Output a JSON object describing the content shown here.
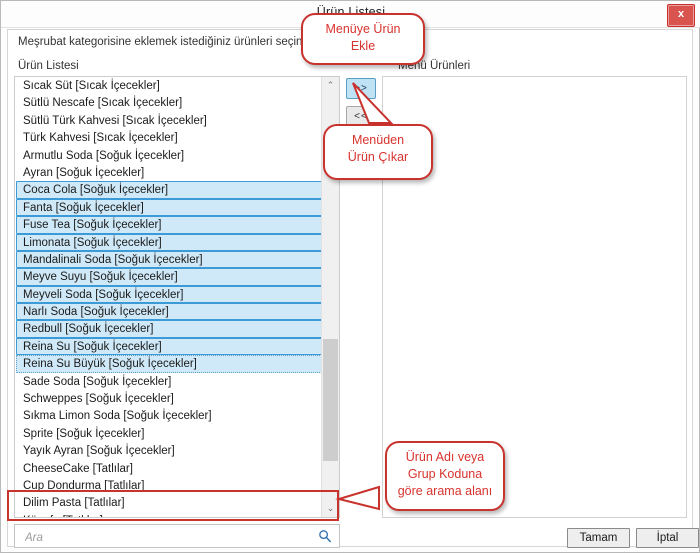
{
  "window": {
    "title": "Ürün Listesi",
    "close_label": "x"
  },
  "panel": {
    "hint": "Meşrubat kategorisine eklemek istediğiniz ürünleri seçiniz",
    "list_label": "Ürün Listesi",
    "right_label": "Menü Ürünleri"
  },
  "transfer": {
    "add_label": ">>",
    "remove_label": "<<"
  },
  "search": {
    "value": "",
    "placeholder": "Ara",
    "icon": "search-icon"
  },
  "footer": {
    "ok_label": "Tamam",
    "cancel_label": "İptal"
  },
  "scrollbar": {
    "up_glyph": "⌃",
    "down_glyph": "⌄"
  },
  "annotations": [
    {
      "id": "add-callout",
      "line1": "Menüye Ürün",
      "line2": "Ekle",
      "line3": ""
    },
    {
      "id": "remove-callout",
      "line1": "Menüden",
      "line2": "Ürün Çıkar",
      "line3": ""
    },
    {
      "id": "search-callout",
      "line1": "Ürün Adı veya",
      "line2": "Grup Koduna",
      "line3": "göre arama alanı"
    }
  ],
  "colors": {
    "accent_red": "#c8332e",
    "selection_fill": "#cfe9f8",
    "selection_border": "#3c9bd6",
    "close_button": "#d9534f",
    "add_button": "#bfe2f5"
  },
  "product_list": [
    {
      "label": "Sıcak Süt [Sıcak İçecekler]",
      "selected": false
    },
    {
      "label": "Sütlü Nescafe [Sıcak İçecekler]",
      "selected": false
    },
    {
      "label": "Sütlü Türk Kahvesi [Sıcak İçecekler]",
      "selected": false
    },
    {
      "label": "Türk Kahvesi [Sıcak İçecekler]",
      "selected": false
    },
    {
      "label": "Armutlu Soda [Soğuk İçecekler]",
      "selected": false
    },
    {
      "label": "Ayran [Soğuk İçecekler]",
      "selected": false
    },
    {
      "label": "Coca Cola [Soğuk İçecekler]",
      "selected": true
    },
    {
      "label": "Fanta [Soğuk İçecekler]",
      "selected": true
    },
    {
      "label": "Fuse Tea [Soğuk İçecekler]",
      "selected": true
    },
    {
      "label": "Limonata [Soğuk İçecekler]",
      "selected": true
    },
    {
      "label": "Mandalinali Soda [Soğuk İçecekler]",
      "selected": true
    },
    {
      "label": "Meyve Suyu [Soğuk İçecekler]",
      "selected": true
    },
    {
      "label": "Meyveli Soda [Soğuk İçecekler]",
      "selected": true
    },
    {
      "label": "Narlı Soda [Soğuk İçecekler]",
      "selected": true
    },
    {
      "label": "Redbull [Soğuk İçecekler]",
      "selected": true
    },
    {
      "label": "Reina Su [Soğuk İçecekler]",
      "selected": true
    },
    {
      "label": "Reina Su Büyük [Soğuk İçecekler]",
      "selected": true,
      "focused": true
    },
    {
      "label": "Sade Soda [Soğuk İçecekler]",
      "selected": false
    },
    {
      "label": "Schweppes [Soğuk İçecekler]",
      "selected": false
    },
    {
      "label": "Sıkma Limon Soda [Soğuk İçecekler]",
      "selected": false
    },
    {
      "label": "Sprite [Soğuk İçecekler]",
      "selected": false
    },
    {
      "label": "Yayık Ayran [Soğuk İçecekler]",
      "selected": false
    },
    {
      "label": "CheeseCake [Tatlılar]",
      "selected": false
    },
    {
      "label": "Cup Dondurma [Tatlılar]",
      "selected": false
    },
    {
      "label": "Dilim Pasta [Tatlılar]",
      "selected": false
    },
    {
      "label": "Künefe [Tatlılar]",
      "selected": false
    }
  ]
}
